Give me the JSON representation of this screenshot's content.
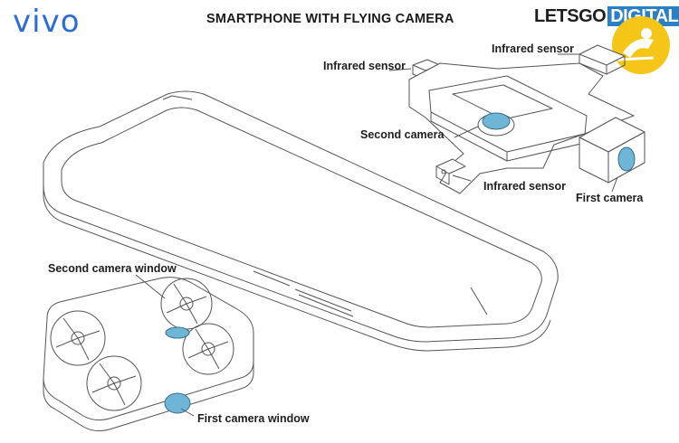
{
  "header": {
    "logo_text": "vivo",
    "title": "SMARTPHONE WITH FLYING CAMERA",
    "brand_part1": "LETSGO",
    "brand_part2": "DIGITAL"
  },
  "labels": {
    "infrared_sensor_left": "Infrared sensor",
    "infrared_sensor_top": "Infrared sensor",
    "second_camera": "Second camera",
    "infrared_sensor_bottom": "Infrared sensor",
    "first_camera": "First camera",
    "second_camera_window": "Second camera window",
    "first_camera_window": "First camera window"
  },
  "colors": {
    "vivo_blue": "#2d6cd6",
    "brand_blue": "#2b7fc4",
    "brand_badge": "#f5c518",
    "camera_lens": "#6fb5d6"
  },
  "icons": {
    "brand_badge": "yellow-rider-badge-icon"
  }
}
